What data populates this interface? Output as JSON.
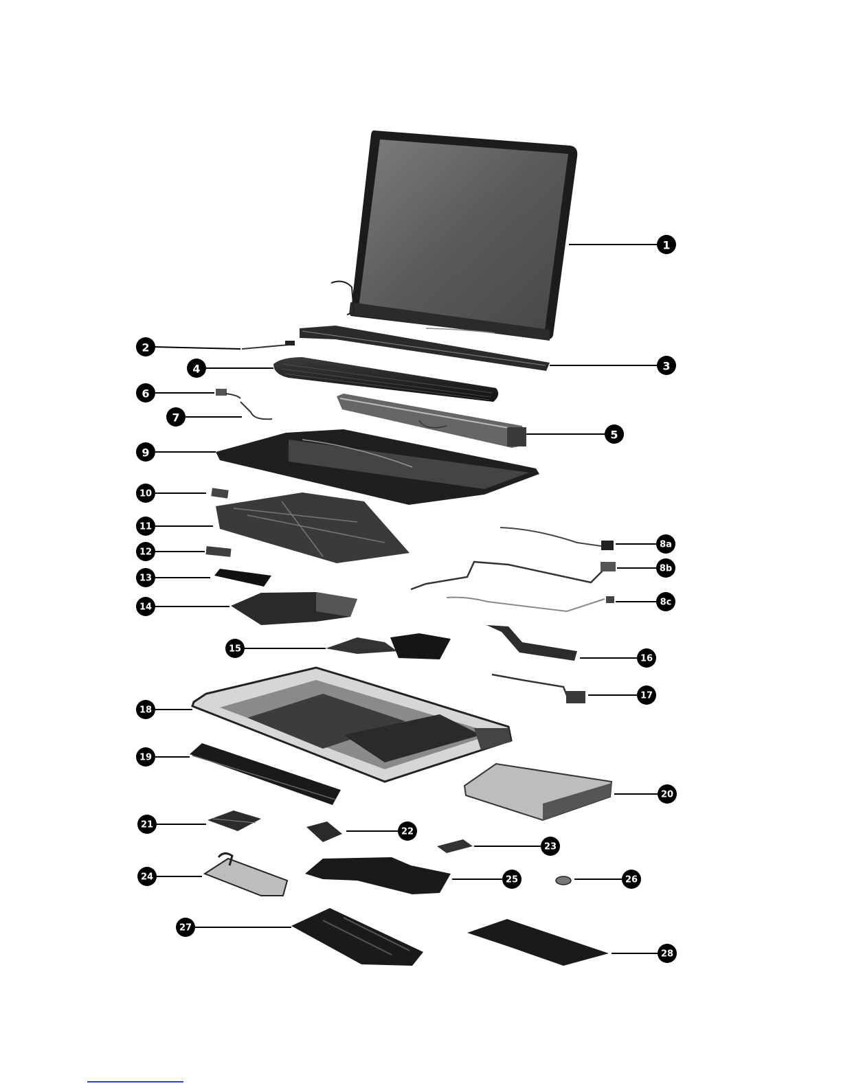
{
  "diagram": {
    "title": "Exploded view of notebook computer components",
    "colors": {
      "callout": "#000000",
      "callout_text": "#ffffff",
      "part_dark": "#1e1e1e",
      "part_mid": "#5a5a5a",
      "part_light": "#9a9a9a",
      "link": "#2a3fd6"
    },
    "callouts": [
      {
        "id": "c1",
        "label": "1"
      },
      {
        "id": "c2",
        "label": "2"
      },
      {
        "id": "c3",
        "label": "3"
      },
      {
        "id": "c4",
        "label": "4"
      },
      {
        "id": "c5",
        "label": "5"
      },
      {
        "id": "c6",
        "label": "6"
      },
      {
        "id": "c7",
        "label": "7"
      },
      {
        "id": "c8a",
        "label": "8a"
      },
      {
        "id": "c8b",
        "label": "8b"
      },
      {
        "id": "c8c",
        "label": "8c"
      },
      {
        "id": "c9",
        "label": "9"
      },
      {
        "id": "c10",
        "label": "10"
      },
      {
        "id": "c11",
        "label": "11"
      },
      {
        "id": "c12",
        "label": "12"
      },
      {
        "id": "c13",
        "label": "13"
      },
      {
        "id": "c14",
        "label": "14"
      },
      {
        "id": "c15",
        "label": "15"
      },
      {
        "id": "c16",
        "label": "16"
      },
      {
        "id": "c17",
        "label": "17"
      },
      {
        "id": "c18",
        "label": "18"
      },
      {
        "id": "c19",
        "label": "19"
      },
      {
        "id": "c20",
        "label": "20"
      },
      {
        "id": "c21",
        "label": "21"
      },
      {
        "id": "c22",
        "label": "22"
      },
      {
        "id": "c23",
        "label": "23"
      },
      {
        "id": "c24",
        "label": "24"
      },
      {
        "id": "c25",
        "label": "25"
      },
      {
        "id": "c26",
        "label": "26"
      },
      {
        "id": "c27",
        "label": "27"
      },
      {
        "id": "c28",
        "label": "28"
      }
    ]
  }
}
